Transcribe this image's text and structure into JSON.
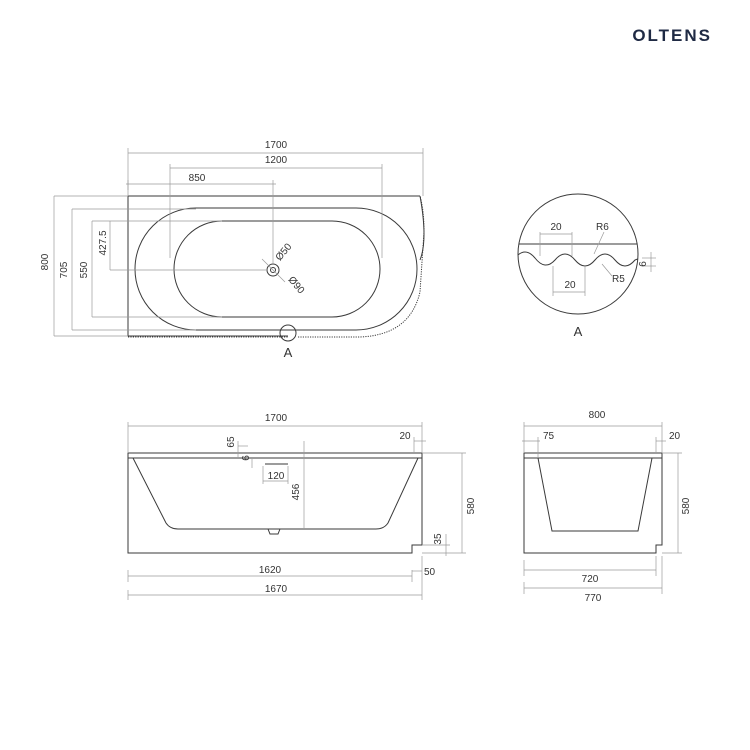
{
  "brand": {
    "name": "OLTENS",
    "color": "#1f2a44"
  },
  "top_view": {
    "dims": {
      "length": "1700",
      "inner_length": "1200",
      "drain_offset": "850",
      "width": "800",
      "width_705": "705",
      "width_550": "550",
      "drain_y": "427.5",
      "drain_d50": "Ø50",
      "drain_d90": "Ø90"
    },
    "detail_marker": "A"
  },
  "detail_a": {
    "dims": {
      "pitch_top": "20",
      "radius_top": "R6",
      "depth": "6",
      "pitch_bottom": "20",
      "radius_bottom": "R5"
    },
    "label": "A"
  },
  "front_view": {
    "dims": {
      "length": "1700",
      "edge": "20",
      "d65": "65",
      "d6": "6",
      "d120": "120",
      "d456": "456",
      "height": "580",
      "d35": "35",
      "d1620": "1620",
      "d50": "50",
      "d1670": "1670"
    }
  },
  "side_view": {
    "dims": {
      "width": "800",
      "d75": "75",
      "edge": "20",
      "height": "580",
      "d720": "720",
      "d770": "770"
    }
  }
}
